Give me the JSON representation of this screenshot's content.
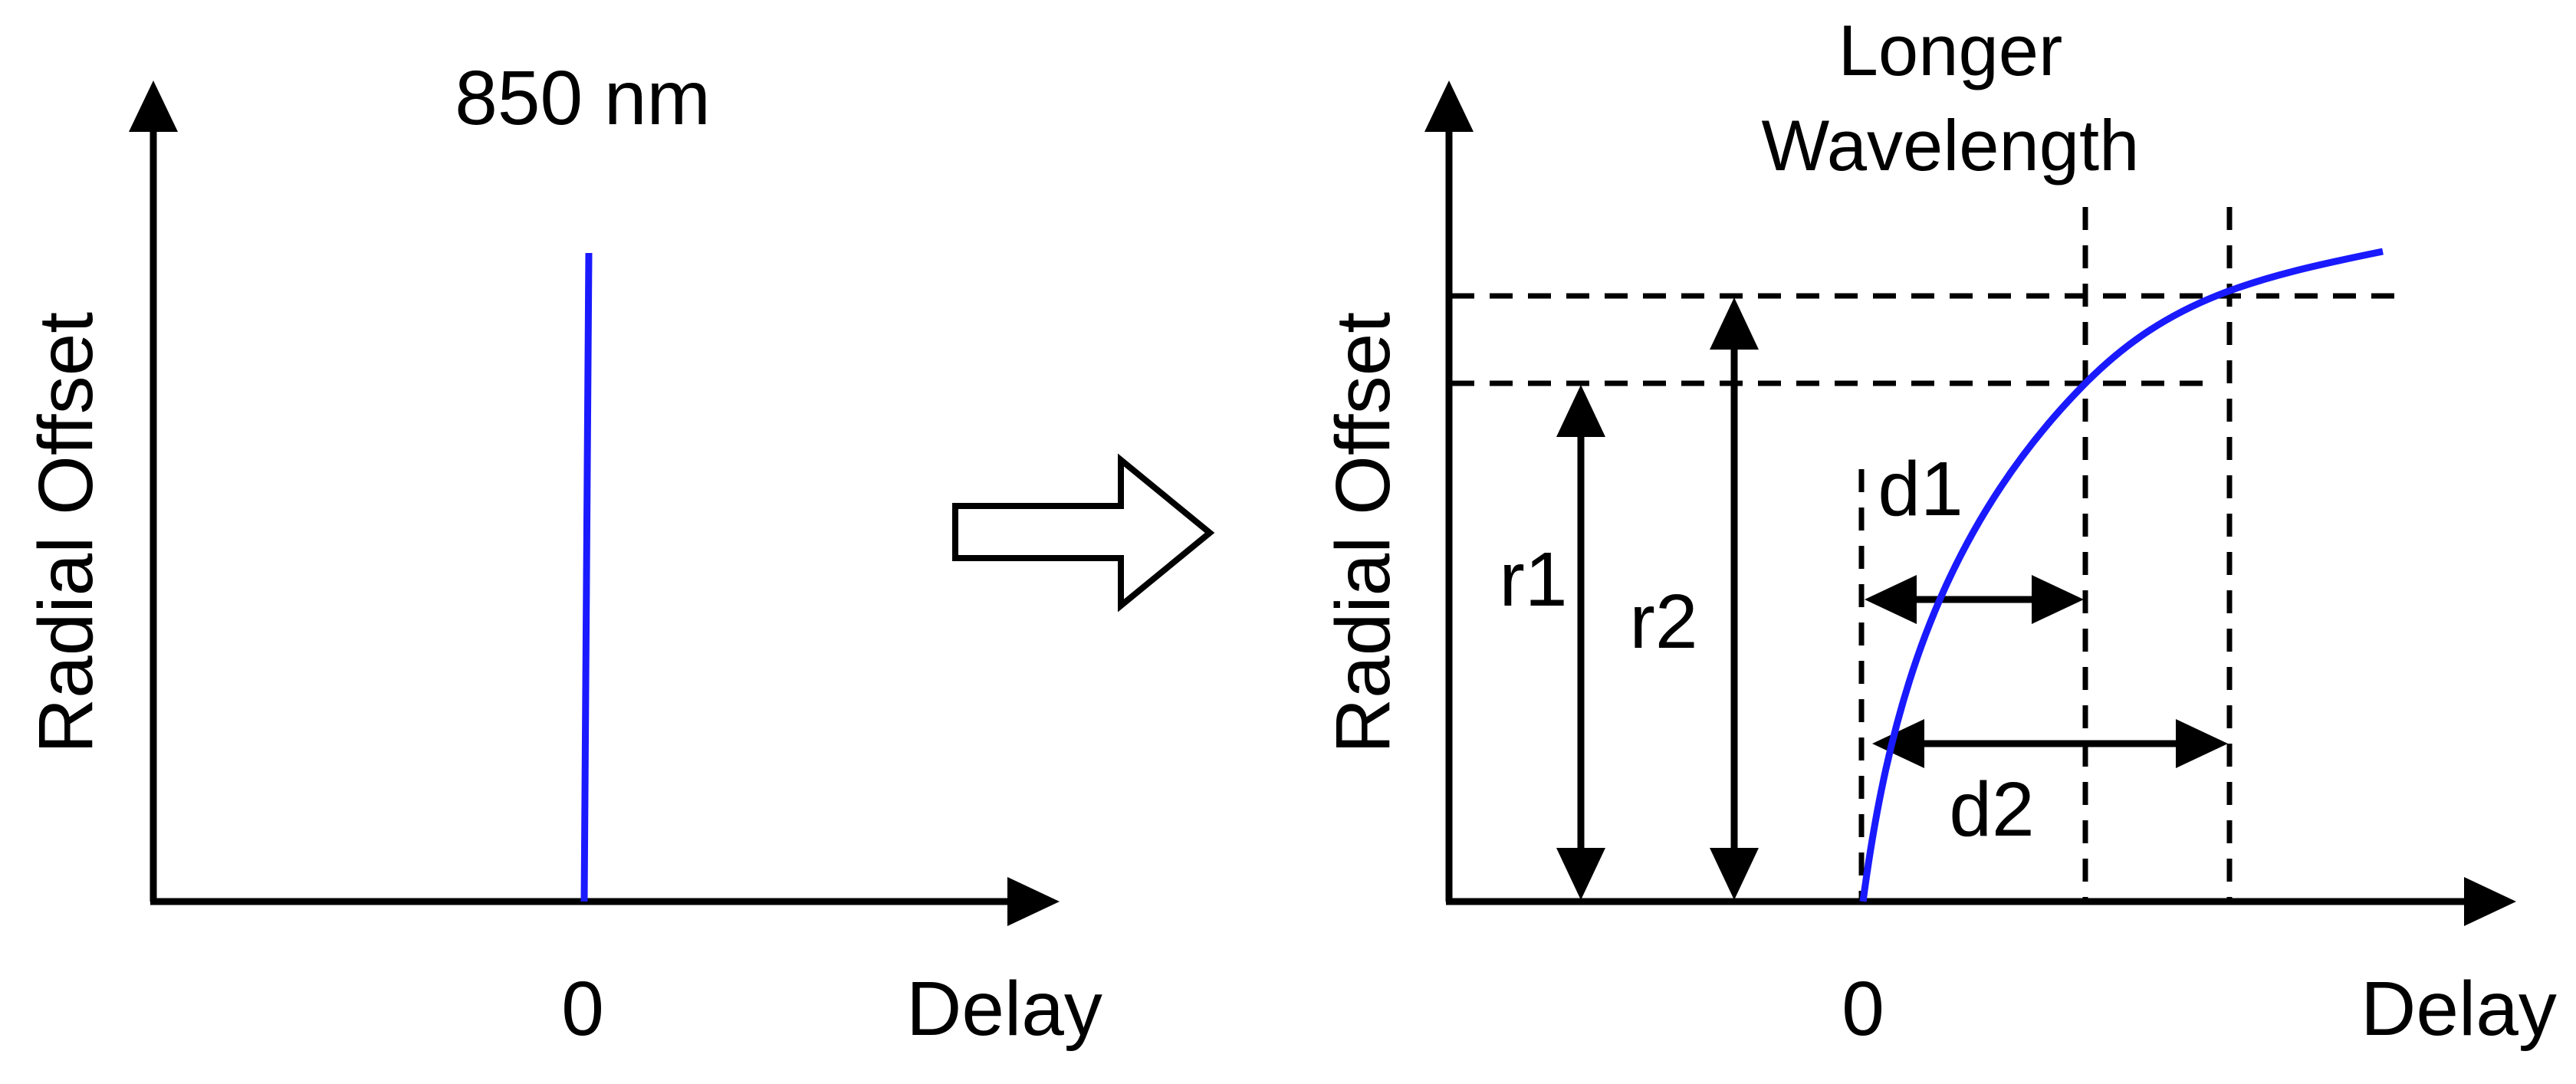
{
  "left_panel": {
    "title": "850 nm",
    "y_axis_label": "Radial Offset",
    "x_axis_label": "Delay",
    "x_zero_label": "0"
  },
  "right_panel": {
    "title_line1": "Longer",
    "title_line2": "Wavelength",
    "y_axis_label": "Radial Offset",
    "x_axis_label": "Delay",
    "x_zero_label": "0",
    "r1_label": "r1",
    "r2_label": "r2",
    "d1_label": "d1",
    "d2_label": "d2"
  },
  "colors": {
    "curve": "#1a1aff",
    "axes": "#000000",
    "background": "#ffffff"
  }
}
